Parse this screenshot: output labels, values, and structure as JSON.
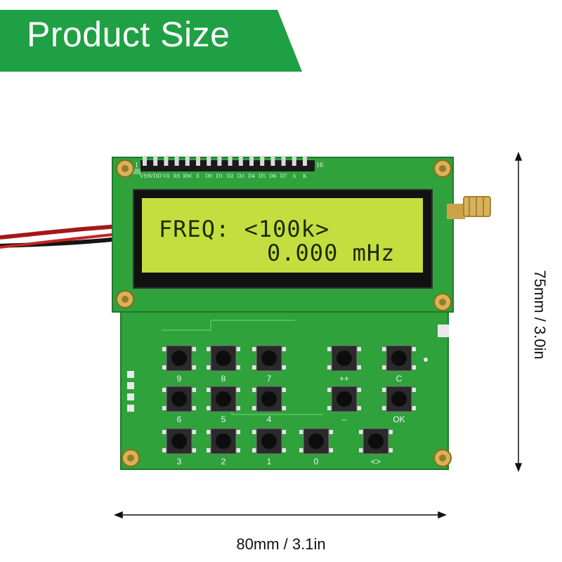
{
  "banner": {
    "title": "Product Size",
    "color": "#1fa044"
  },
  "dimensions": {
    "width_label": "80mm / 3.1in",
    "height_label": "75mm / 3.0in"
  },
  "lcd": {
    "line1": "FREQ: <100k>",
    "line2": "0.000 mHz",
    "backlight": "#c4de3f"
  },
  "pcb": {
    "color": "#2fa23c"
  },
  "header_pins": {
    "first": "1",
    "last": "16",
    "labels": [
      "VSS",
      "VDD",
      "V0",
      "RS",
      "RW",
      "E",
      "D0",
      "D1",
      "D2",
      "D3",
      "D4",
      "D5",
      "D6",
      "D7",
      "A",
      "K"
    ]
  },
  "keypad": {
    "row1": [
      "9",
      "8",
      "7",
      "++",
      "C"
    ],
    "row2": [
      "6",
      "5",
      "4",
      "--",
      "OK"
    ],
    "row3": [
      "3",
      "2",
      "1",
      "0",
      "<>"
    ]
  },
  "icons": [
    "screw-icon",
    "tact-switch-icon",
    "sma-connector-icon",
    "wire-icon",
    "arrow-icon"
  ]
}
